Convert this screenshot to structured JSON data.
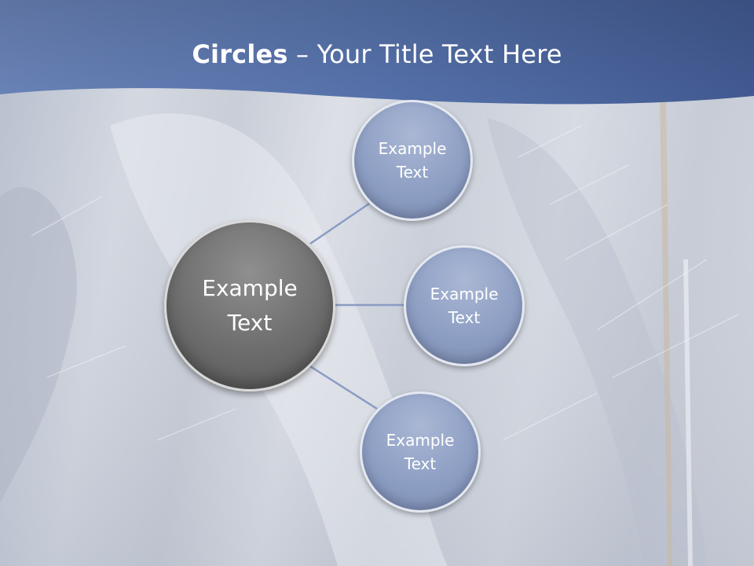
{
  "slide": {
    "title_bold": "Circles",
    "title_rest": " – Your Title Text Here",
    "center_circle": "Example\nText",
    "outer_circles": [
      {
        "label": "Example\nText"
      },
      {
        "label": "Example\nText"
      },
      {
        "label": "Example\nText"
      }
    ]
  },
  "colors": {
    "header": "#4f6aa3",
    "center_circle": "#6d6d6d",
    "outer_circle": "#8e9fc4",
    "connector": "#8a9cc4"
  }
}
